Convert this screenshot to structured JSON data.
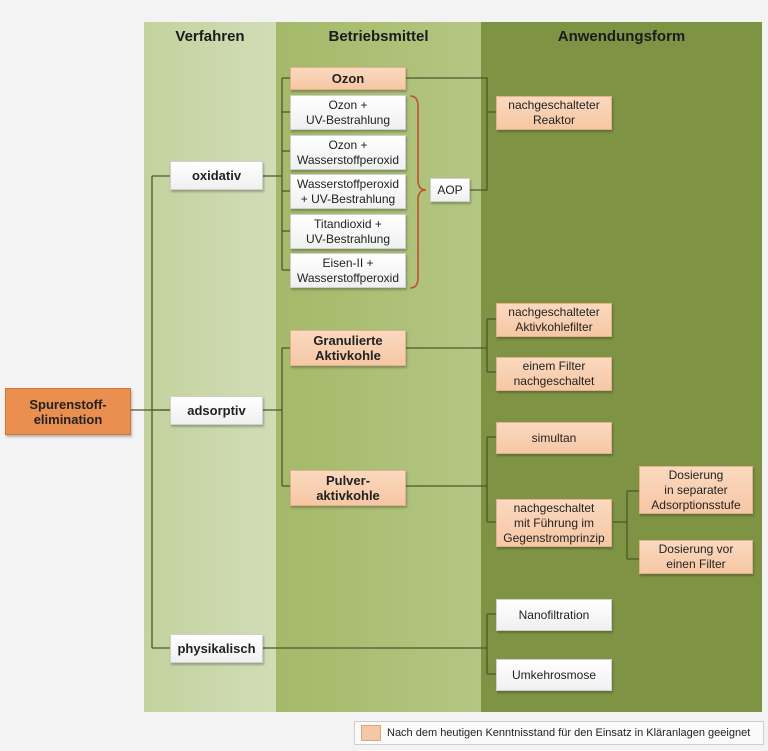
{
  "columns": {
    "verfahren": "Verfahren",
    "betriebsmittel": "Betriebsmittel",
    "anwendungsform": "Anwendungsform"
  },
  "root": "Spurenstoff-\nelimination",
  "verfahren": {
    "oxidativ": "oxidativ",
    "adsorptiv": "adsorptiv",
    "physikalisch": "physikalisch"
  },
  "betriebsmittel": {
    "ozon": "Ozon",
    "ozon_uv": "Ozon +\nUV-Bestrahlung",
    "ozon_h2o2": "Ozon +\nWasserstoffperoxid",
    "h2o2_uv": "Wasserstoffperoxid\n+ UV-Bestrahlung",
    "tio2_uv": "Titandioxid +\nUV-Bestrahlung",
    "fe_h2o2": "Eisen-II +\nWasserstoffperoxid",
    "aop": "AOP",
    "gak": "Granulierte\nAktivkohle",
    "pak": "Pulver-\naktivkohle"
  },
  "anwendungsform": {
    "reaktor": "nachgeschalteter\nReaktor",
    "akf": "nachgeschalteter\nAktivkohlefilter",
    "filter_nach": "einem Filter\nnachgeschaltet",
    "simultan": "simultan",
    "gegenstrom": "nachgeschaltet\nmit Führung im\nGegenstromprinzip",
    "dosier_separat": "Dosierung\nin separater\nAdsorptionsstufe",
    "dosier_filter": "Dosierung vor\neinen Filter",
    "nanofiltration": "Nanofiltration",
    "umkehrosmose": "Umkehrosmose"
  },
  "legend": {
    "text": "Nach dem heutigen Kenntnisstand für den Einsatz in Kläranlagen geeignet",
    "swatch_color": "#f6c7a4"
  },
  "colors": {
    "root": "#ea8f4f",
    "suitable": "#f6c7a4",
    "brace": "#c0522a",
    "line": "#4a5a2a"
  }
}
